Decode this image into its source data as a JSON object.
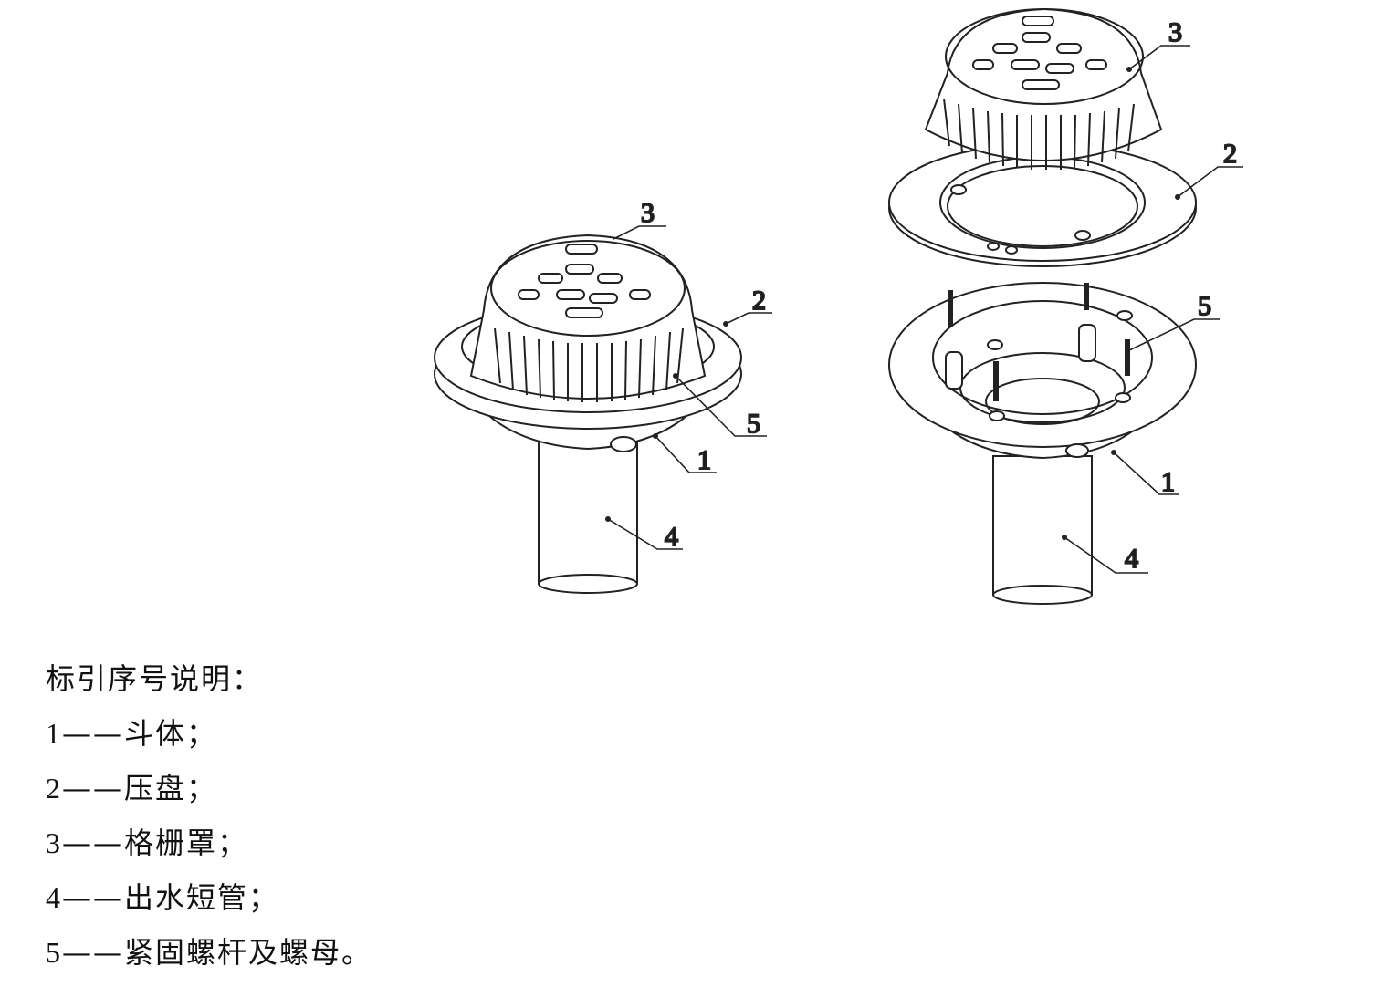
{
  "callouts": {
    "assembled": {
      "c1": "1",
      "c2": "2",
      "c3": "3",
      "c4": "4",
      "c5": "5"
    },
    "exploded": {
      "c1": "1",
      "c2": "2",
      "c3": "3",
      "c4": "4",
      "c5": "5"
    }
  },
  "legend": {
    "title": "标引序号说明：",
    "items": [
      {
        "num": "1",
        "dash": "——",
        "text": "斗体；"
      },
      {
        "num": "2",
        "dash": "——",
        "text": "压盘；"
      },
      {
        "num": "3",
        "dash": "——",
        "text": "格栅罩；"
      },
      {
        "num": "4",
        "dash": "——",
        "text": "出水短管；"
      },
      {
        "num": "5",
        "dash": "——",
        "text": "紧固螺杆及螺母。"
      }
    ]
  }
}
